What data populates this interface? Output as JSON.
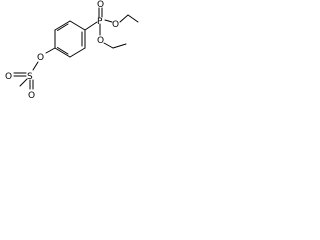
{
  "structure": {
    "atoms": {
      "phosphorus": "P",
      "phosphoryl_oxygen": "O",
      "ester_oxygen_upper": "O",
      "ester_oxygen_lower": "O",
      "aryl_oxygen": "O",
      "sulfur": "S",
      "sulfonyl_oxygen_left": "O",
      "sulfonyl_oxygen_bottom": "O"
    },
    "colors": {
      "bond": "#000000",
      "label": "#000000",
      "background": "#ffffff"
    }
  }
}
